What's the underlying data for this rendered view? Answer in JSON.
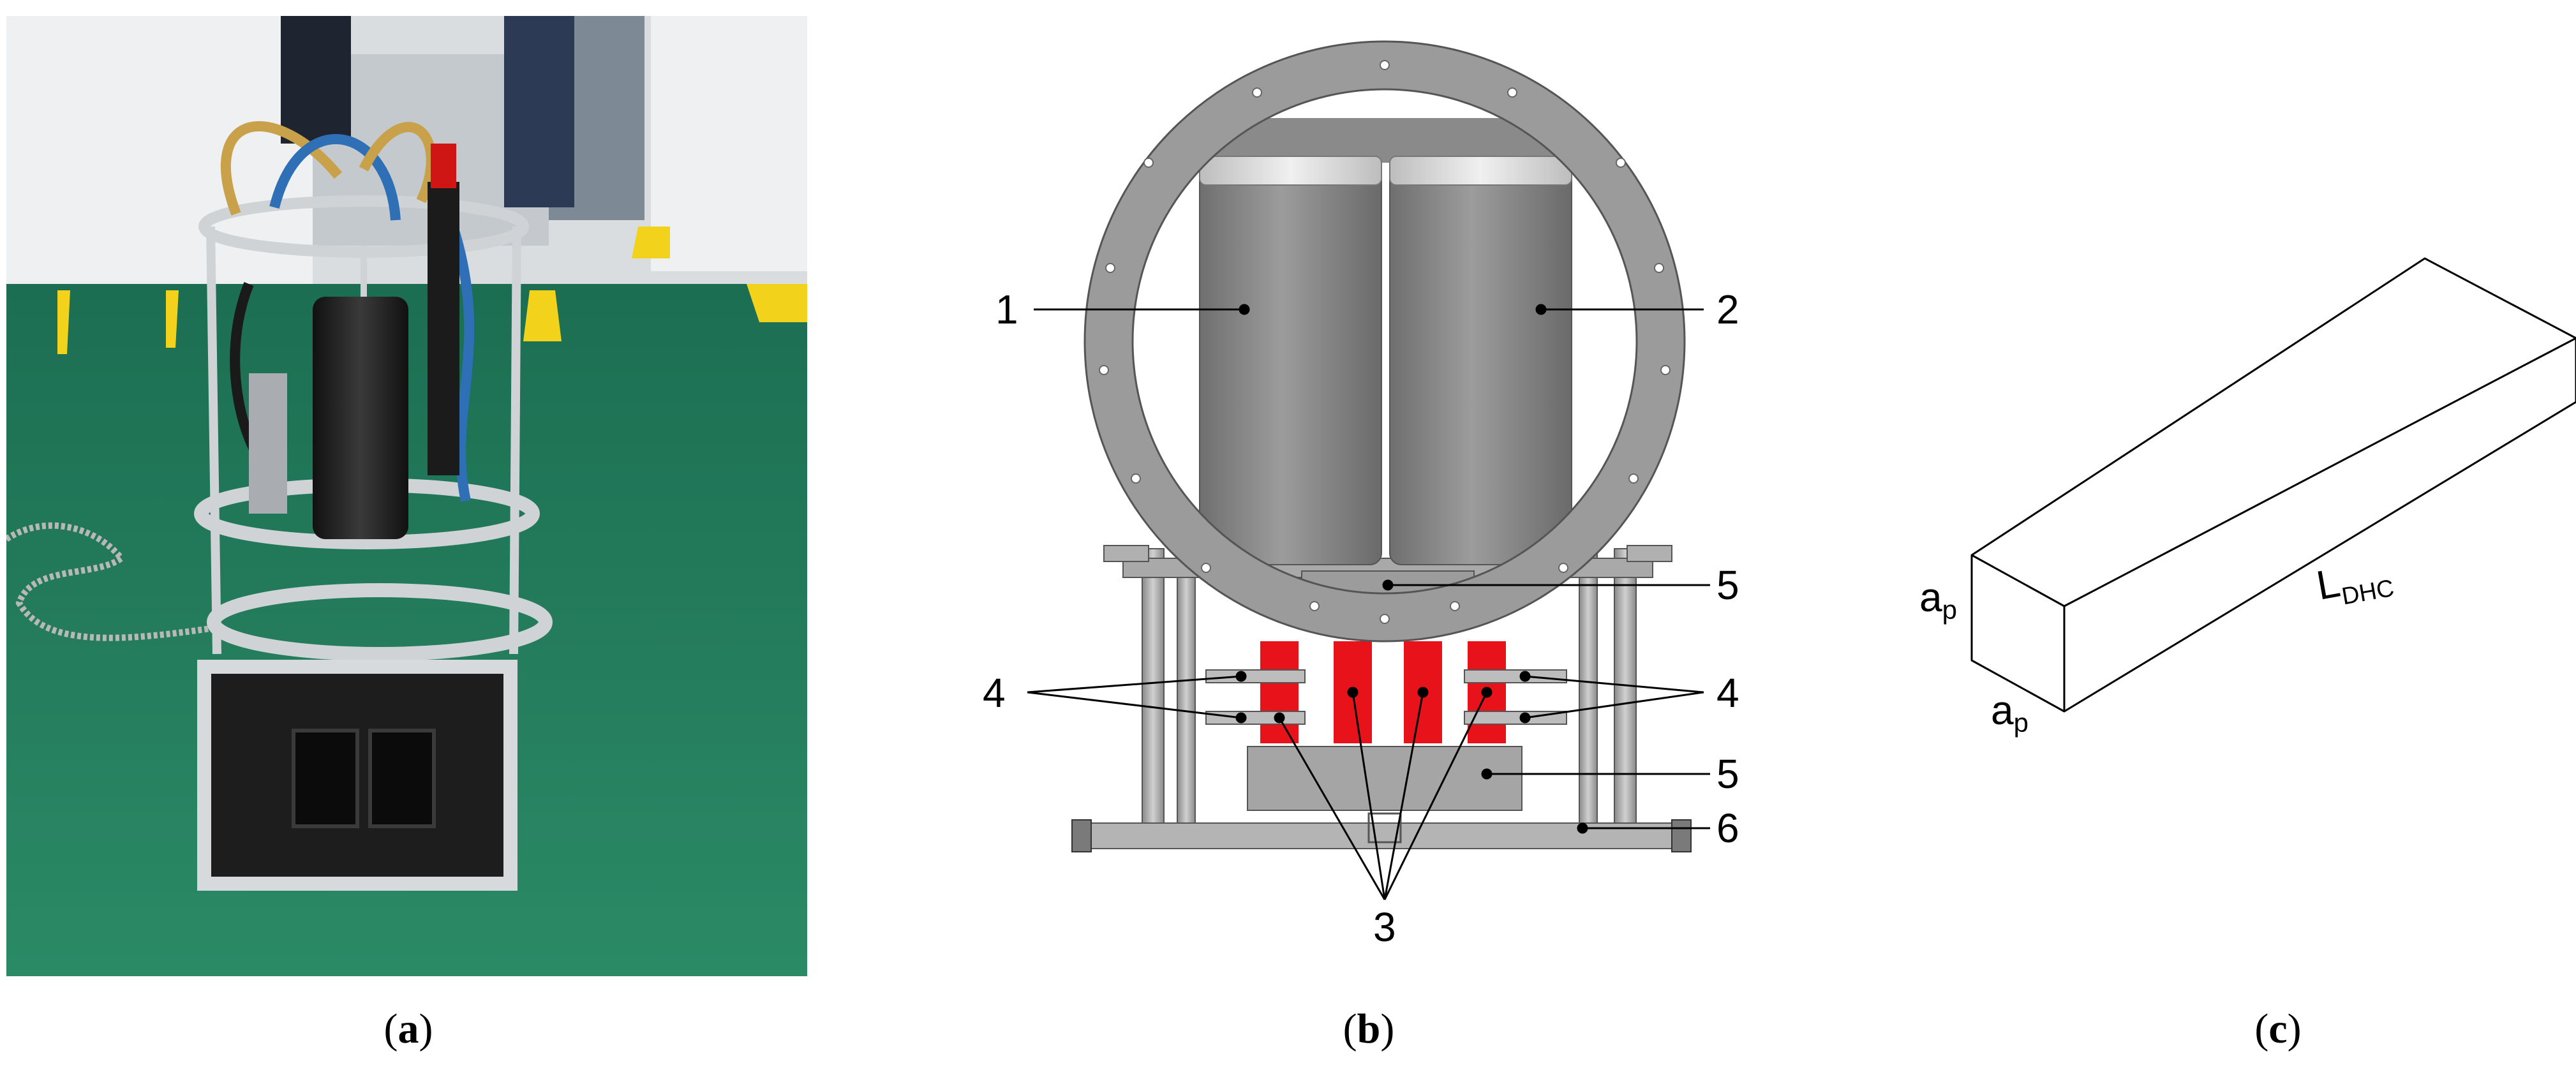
{
  "panels": [
    {
      "id": "a",
      "caption_open": "(",
      "caption_letter": "a",
      "caption_close": ")"
    },
    {
      "id": "b",
      "caption_open": "(",
      "caption_letter": "b",
      "caption_close": ")"
    },
    {
      "id": "c",
      "caption_open": "(",
      "caption_letter": "c",
      "caption_close": ")"
    }
  ],
  "diagram_b": {
    "labels": {
      "l1": "1",
      "l2": "2",
      "l3": "3",
      "l4_left": "4",
      "l4_right": "4",
      "l5_top": "5",
      "l5_bottom": "5",
      "l6": "6"
    },
    "colors": {
      "frame": "#9a9a9a",
      "canister": "#7e7e7e",
      "red_block": "#e8131a",
      "ring": "#9b9b9b"
    }
  },
  "diagram_c": {
    "label_ap_side": "a",
    "label_ap_side_sub": "p",
    "label_ap_bottom": "a",
    "label_ap_bottom_sub": "p",
    "label_length": "L",
    "label_length_sub": "DHC"
  },
  "photo_a": {
    "colors": {
      "deck": "#1f7a5a",
      "ship_white": "#e9ecee",
      "yellow": "#f2d21a"
    }
  }
}
